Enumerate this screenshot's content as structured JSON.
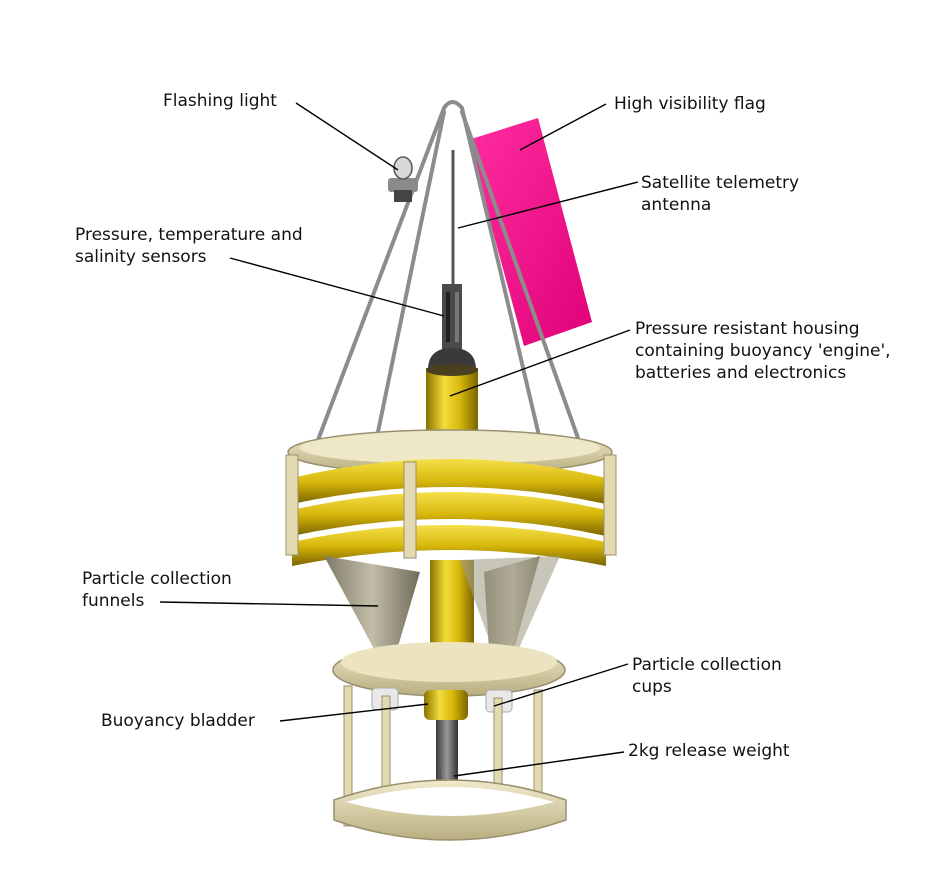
{
  "labels": {
    "flashing_light": [
      "Flashing light"
    ],
    "flag": [
      "High visibility flag"
    ],
    "antenna": [
      "Satellite telemetry",
      "antenna"
    ],
    "sensors": [
      "Pressure, temperature and",
      "salinity sensors"
    ],
    "housing": [
      "Pressure resistant housing",
      "containing buoyancy 'engine',",
      "batteries and electronics"
    ],
    "funnels": [
      "Particle collection",
      "funnels"
    ],
    "cups": [
      "Particle collection",
      "cups"
    ],
    "bladder": [
      "Buoyancy bladder"
    ],
    "weight": [
      "2kg release weight"
    ]
  },
  "colors": {
    "yellow": "#d9b80c",
    "yellow_light": "#f3dc3a",
    "yellow_dark": "#8a7200",
    "cream": "#e7dfb8",
    "cream_dark": "#b9ae80",
    "frame_grey": "#8c8c8c",
    "funnel_grey": "#a39e8a",
    "flag_magenta": "#ff0a8c",
    "leader_line": "#000000"
  }
}
